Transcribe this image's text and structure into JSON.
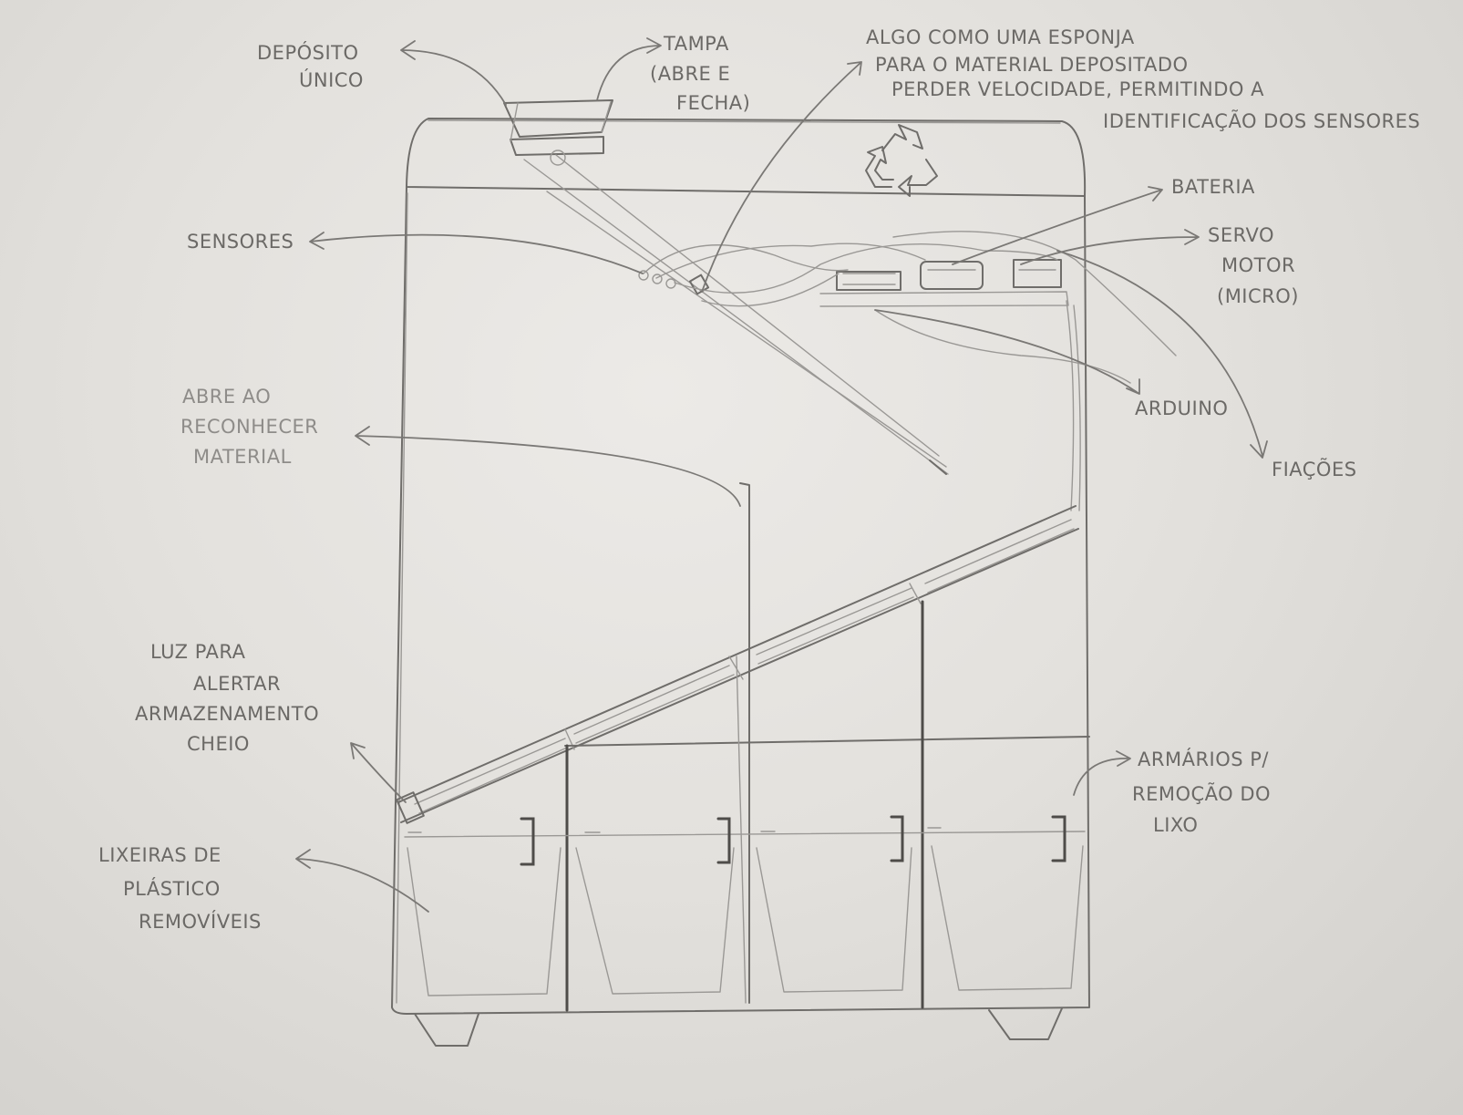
{
  "labels": {
    "deposito": [
      "DEPÓSITO",
      "ÚNICO"
    ],
    "tampa": [
      "TAMPA",
      "(ABRE E",
      "FECHA)"
    ],
    "esponja": [
      "ALGO COMO UMA ESPONJA",
      "PARA O MATERIAL DEPOSITADO",
      "PERDER VELOCIDADE, PERMITINDO A",
      "IDENTIFICAÇÃO DOS SENSORES"
    ],
    "bateria": [
      "BATERIA"
    ],
    "servo": [
      "SERVO",
      "MOTOR",
      "(MICRO)"
    ],
    "sensores": [
      "SENSORES"
    ],
    "arduino": [
      "ARDUINO"
    ],
    "fiacoes": [
      "FIAÇÕES"
    ],
    "abre": [
      "ABRE AO",
      "RECONHECER",
      "MATERIAL"
    ],
    "luz": [
      "LUZ PARA",
      "ALERTAR",
      "ARMAZENAMENTO",
      "CHEIO"
    ],
    "armarios": [
      "ARMÁRIOS P/",
      "REMOÇÃO DO",
      "LIXO"
    ],
    "lixeiras": [
      "LIXEIRAS DE",
      "PLÁSTICO",
      "REMOVÍVEIS"
    ]
  },
  "icons": {
    "recycle": "recycle-icon"
  }
}
